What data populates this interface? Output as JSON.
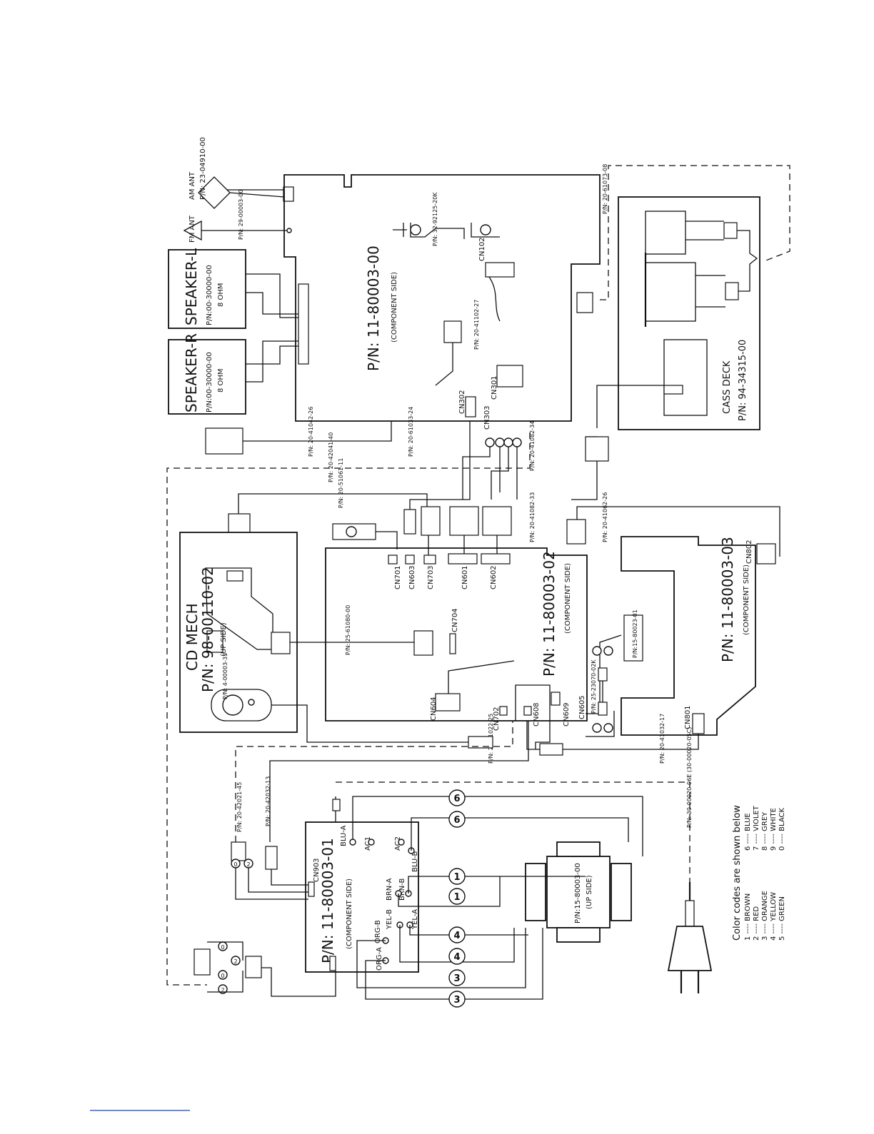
{
  "labels": {
    "am_ant": "AM ANT",
    "am_ant_pn": "P/N: 23-04910-00",
    "fm_ant": "FM ANT",
    "fm_ant_pn": "P/N: 29-00003-00",
    "speaker_l": "SPEAKER-L",
    "speaker_l_pn": "P/N:00-30000-00",
    "speaker_l_ohm": "8 OHM",
    "speaker_r": "SPEAKER-R",
    "speaker_r_pn": "P/N:00-30000-00",
    "speaker_r_ohm": "8 OHM",
    "main_board_pn": "P/N: 11-80003-00",
    "main_board_side": "(COMPONENT SIDE)",
    "cn102": "CN102",
    "cn301": "CN301",
    "cn302": "CN302",
    "cn303": "CN303",
    "pn_32_92125": "P/N: 32-92125-20K",
    "pn_20_41102_27": "P/N: 20-41102-27",
    "pn_20_61073_08": "P/N: 20-61073-08",
    "pn_20_41042_26": "P/N: 20-41042-26",
    "pn_20_61033_24": "P/N: 20-61033-24",
    "pn_20_41082_34": "P/N: 20-41082-34",
    "pn_20_42041_40": "P/N: 20-42041-40",
    "pn_20_51061_11": "P/N: 20-51061-11",
    "pn_20_41082_33": "P/N: 20-41082-33",
    "pn_20_41062_26": "P/N: 20-41062-26",
    "cass_deck": "CASS DECK",
    "cass_deck_pn": "P/N: 94-34315-00",
    "cd_mech": "CD MECH",
    "cd_mech_pn": "P/N: 98-00110-02",
    "cd_mech_side": "(UP SIDE)",
    "cd_pickup_pn": "P/N: 4-00003-33",
    "pn_25_61080_00": "P/N: 25-61080-00",
    "board2_pn": "P/N: 11-80003-02",
    "board2_side": "(COMPONENT SIDE)",
    "cn701": "CN701",
    "cn603": "CN603",
    "cn703": "CN703",
    "cn601": "CN601",
    "cn602": "CN602",
    "cn704": "CN704",
    "cn604": "CN604",
    "cn702": "CN702",
    "cn608": "CN608",
    "cn609": "CN609",
    "cn605": "CN605",
    "pn_25_23070_02k": "P/N: 25-23070-02K",
    "small_pcb_pn": "P/N:15-80023-01",
    "board3_pn": "P/N: 11-80003-03",
    "board3_side": "(COMPONENT SIDE)",
    "cn802": "CN802",
    "cn801": "CN801",
    "pn_20_41022_25": "P/N: 20-41022-25",
    "pn_20_41032_17": "P/N: 20-41032-17",
    "pn_20_42021_45": "P/N: 20-42021-45",
    "pn_20_42032_13": "P/N: 20-42032-13",
    "pn_power_cord": "P/N: 30-00020-06E (30-00020-05C)",
    "board1_pn": "P/N: 11-80003-01",
    "board1_side": "(COMPONENT SIDE)",
    "cn903": "CN903",
    "blu_a": "BLU-A",
    "blu_b": "BLU-B",
    "ac1": "AC1",
    "ac2": "AC2",
    "brn_a": "BRN-A",
    "brn_b": "BRN-B",
    "yel_a": "YEL-A",
    "yel_b": "YEL-B",
    "org_a": "ORG-A",
    "org_b": "ORG-B",
    "transformer_pn": "P/N:15-80003-00",
    "transformer_side": "(UP SIDE)"
  },
  "wires": [
    "6",
    "6",
    "1",
    "1",
    "4",
    "4",
    "3",
    "3"
  ],
  "small_wires": [
    "0",
    "2",
    "0",
    "2",
    "0",
    "2"
  ],
  "legend": {
    "title": "Color codes are shown below",
    "items": [
      "1 ---- BROWN",
      "2 ---- RED",
      "3 ---- ORANGE",
      "4 ---- YELLOW",
      "5 ---- GREEN",
      "6 ---- BLUE",
      "7 ---- VIOLET",
      "8 ---- GREY",
      "9 ---- WHITE",
      "0 ---- BLACK"
    ]
  }
}
